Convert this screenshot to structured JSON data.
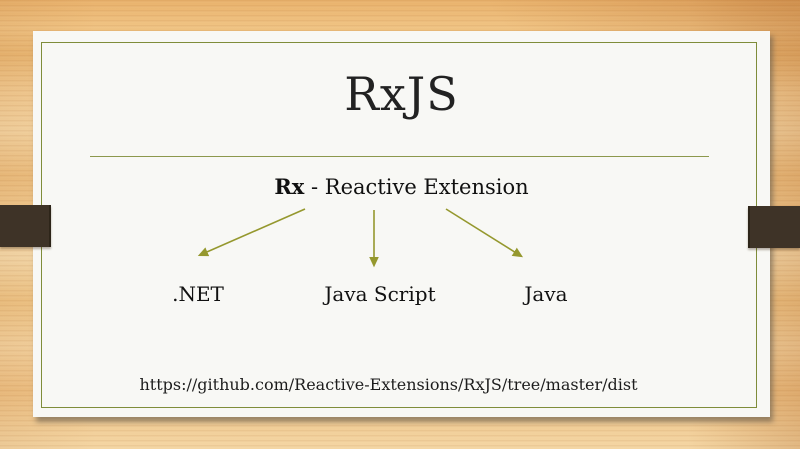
{
  "slide": {
    "title": "RxJS",
    "subtitle": {
      "term": "Rx",
      "rest": " - Reactive Extension"
    },
    "nodes": [
      {
        "label": ".NET"
      },
      {
        "label": "Java Script"
      },
      {
        "label": "Java"
      }
    ],
    "link": "https://github.com/Reactive-Extensions/RxJS/tree/master/dist",
    "arrows": [
      "arrow-to-dotnet",
      "arrow-to-javascript",
      "arrow-to-java"
    ]
  },
  "colors": {
    "accent_green": "#7f8d3a",
    "arrow_olive": "#95982e",
    "slide_bg": "#f8f8f5",
    "text_dark": "#222222",
    "bar_brown": "#3e3327",
    "wood_base": "#f0c68c"
  }
}
